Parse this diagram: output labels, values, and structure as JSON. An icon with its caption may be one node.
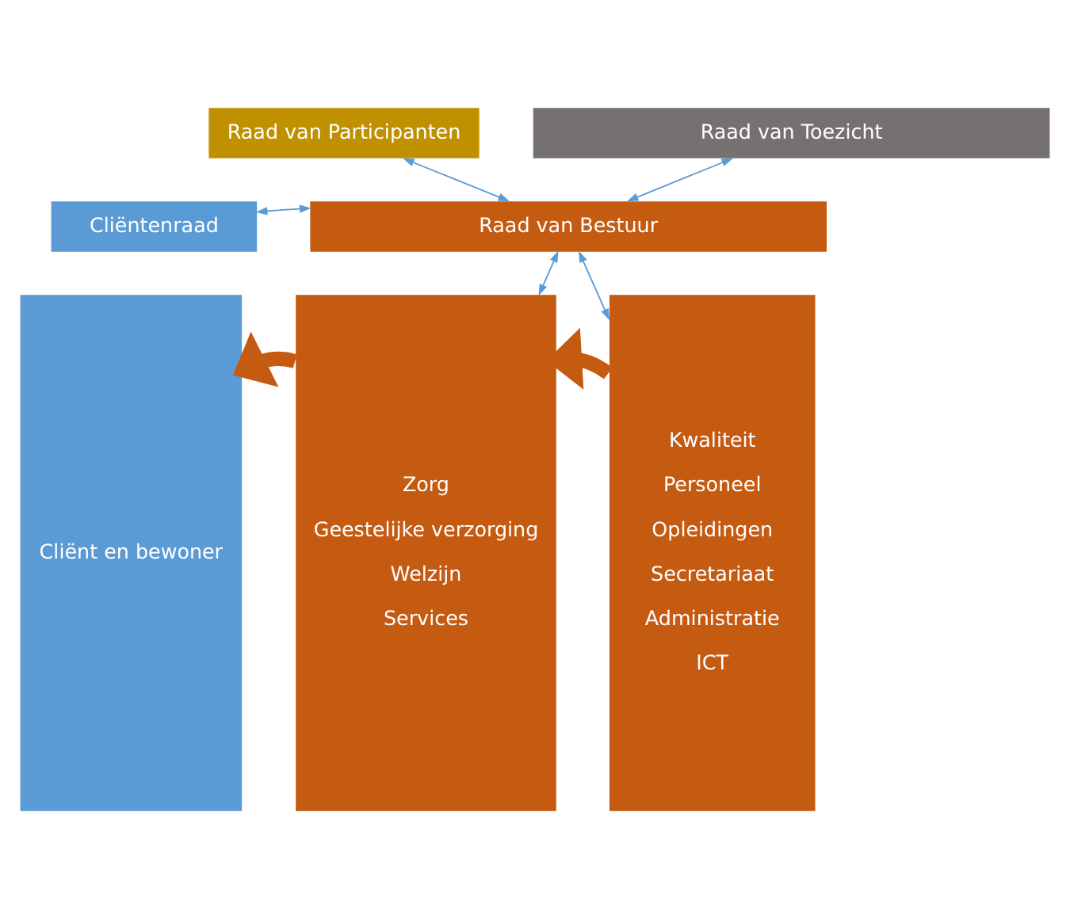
{
  "diagram": {
    "nodes": [
      {
        "text": [
          "Raad van Participanten"
        ]
      },
      {
        "text": [
          "Raad van Toezicht"
        ]
      },
      {
        "text": [
          "Cliëntenraad"
        ]
      },
      {
        "text": [
          "Raad van Bestuur"
        ]
      },
      {
        "text": [
          "Cliënt en bewoner"
        ]
      },
      {
        "text": [
          "Zorg",
          "Geestelijke verzorging",
          "Welzijn",
          "Services"
        ]
      },
      {
        "text": [
          "Kwaliteit",
          "Personeel",
          "Opleidingen",
          "Secretariaat",
          "Administratie",
          "ICT"
        ]
      }
    ],
    "edges": [
      {
        "from": 0,
        "to": 3,
        "arrow": "both"
      },
      {
        "from": 1,
        "to": 3,
        "arrow": "both"
      },
      {
        "from": 2,
        "to": 3,
        "arrow": "both"
      },
      {
        "from": 3,
        "to": 5,
        "arrow": "both"
      },
      {
        "from": 3,
        "to": 6,
        "arrow": "both"
      },
      {
        "from": 5,
        "to": 4,
        "arrow": "to",
        "style": "thick",
        "color": "#c55a11"
      },
      {
        "from": 6,
        "to": 5,
        "arrow": "to",
        "style": "thick",
        "color": "#c55a11"
      }
    ]
  }
}
